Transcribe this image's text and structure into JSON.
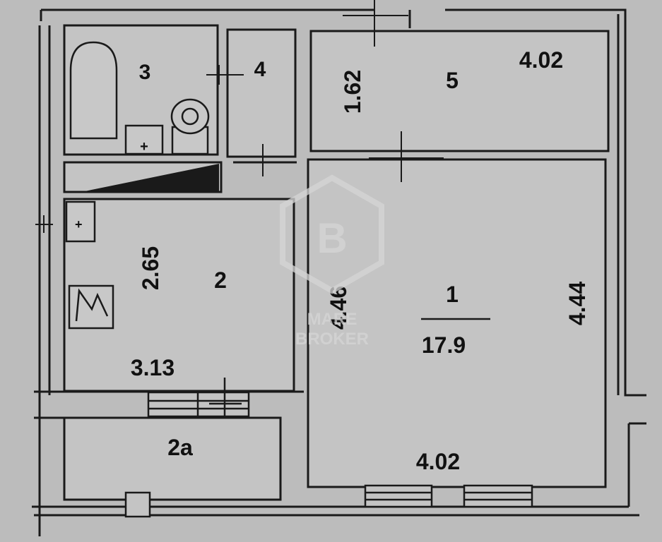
{
  "colors": {
    "paper": "#bcbcbc",
    "room_fill": "#c4c4c4",
    "wall": "#1a1a1a",
    "text": "#111111",
    "watermark": "#d6d6d6"
  },
  "rooms": {
    "room1": {
      "number": "1",
      "area": "17.9",
      "width": "4.02",
      "height_left": "4.46",
      "height_right": "4.44"
    },
    "room2": {
      "number": "2",
      "width": "3.13",
      "height": "2.65"
    },
    "room2a": {
      "number": "2а"
    },
    "room3": {
      "number": "3"
    },
    "room4": {
      "number": "4"
    },
    "room5": {
      "number": "5",
      "width": "4.02",
      "height": "1.62"
    }
  },
  "watermark": {
    "line1": "MARE",
    "line2": "BROKER"
  }
}
